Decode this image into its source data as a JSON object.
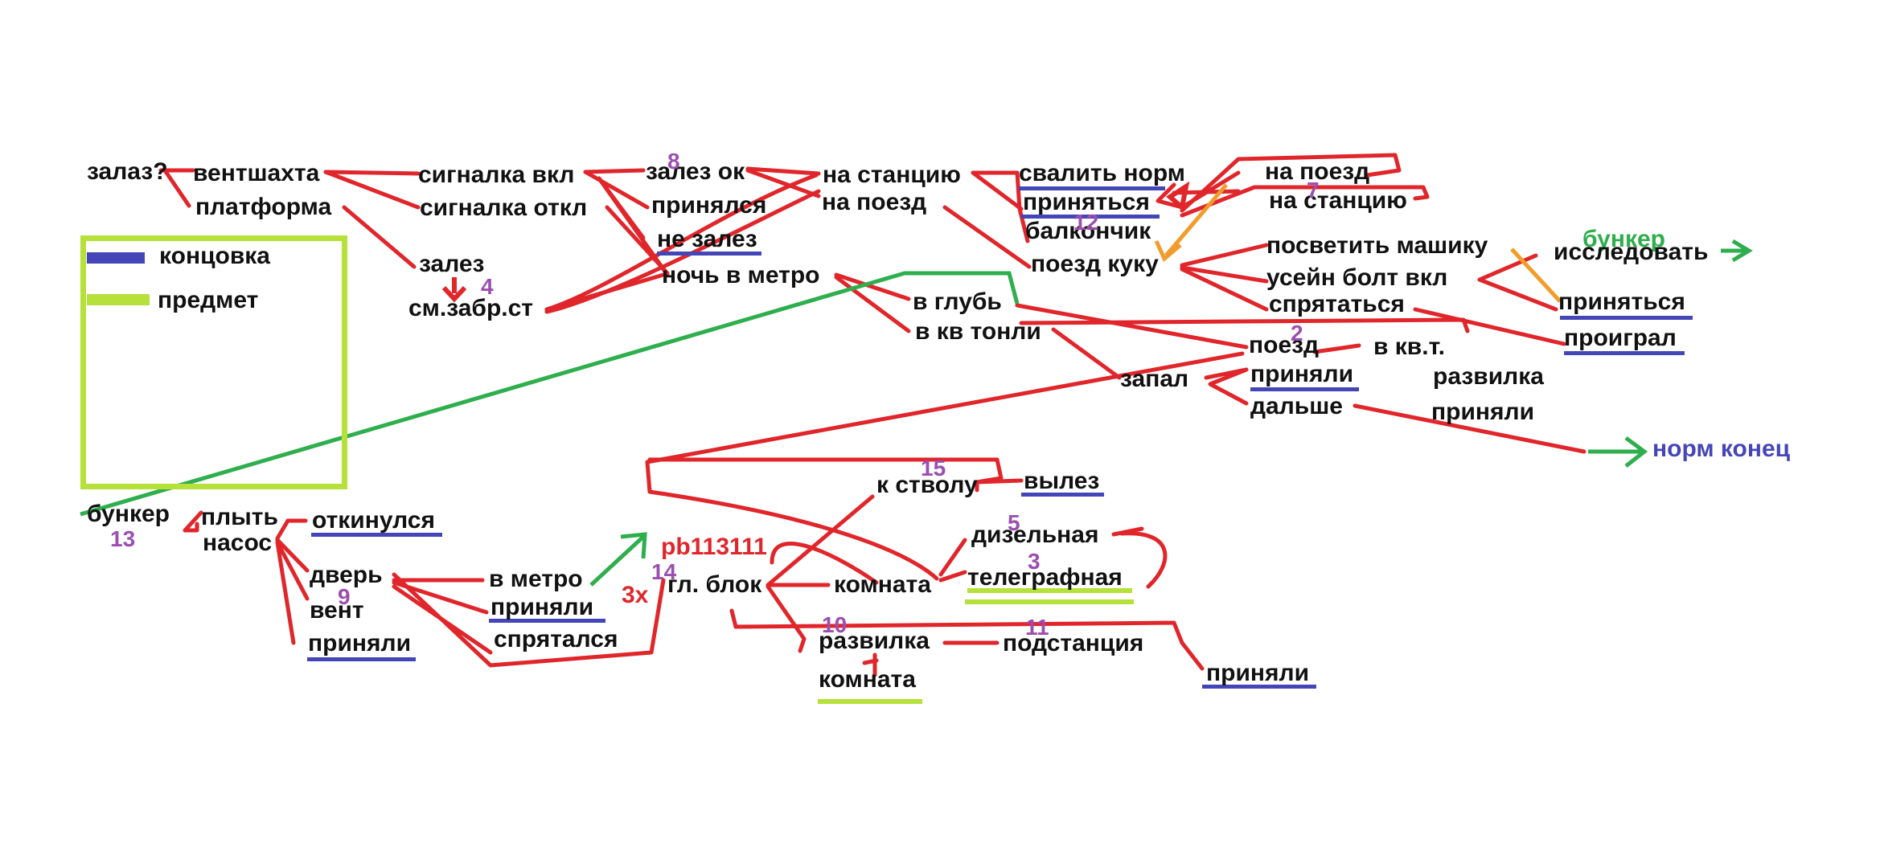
{
  "colors": {
    "edge": "#e0262b",
    "ending": "#4446b8",
    "item": "#b6e03a",
    "bunker_path": "#2fae4e",
    "alt_edge": "#f29c2b",
    "step_number": "#9b4fb0"
  },
  "legend": {
    "ending_label": "концовка",
    "item_label": "предмет"
  },
  "nodes": {
    "zalaz": "залаз?",
    "ventshakhta": "вентшахта",
    "platforma": "платформа",
    "signalka_vkl": "сигналка вкл",
    "signalka_otkl": "сигналка откл",
    "zalez": "залез",
    "sm_zabr": "см.забр.ст",
    "zalez_ok": "залез ок",
    "prinyalsya": "принялся",
    "ne_zalez": "не залез",
    "noch_v_metro": "ночь в метро",
    "na_stantsiyu_1": "на станцию",
    "na_poezd_1": "на поезд",
    "svalit_norm": "свалить норм",
    "prinyatsya_1": "приняться",
    "balkonchik": "балкончик",
    "poezd_kuku": "поезд куку",
    "na_poezd_2": "на поезд",
    "na_stantsiyu_2": "на станцию",
    "posvetit": "посветить машику",
    "usein": "усейн болт вкл",
    "spryatatsya": "спрятаться",
    "bunker_top": "бункер",
    "issledovat": "исследовать",
    "prinyatsya_2": "приняться",
    "proigral": "проиграл",
    "v_glub": "в глубь",
    "v_kv_tonli": "в кв тонли",
    "poezd": "поезд",
    "v_kv_t": "в кв.т.",
    "zapal": "запал",
    "prinyali_1": "приняли",
    "dalshe": "дальше",
    "razvilka_1": "развилка",
    "prinyali_2": "приняли",
    "norm_konets": "норм конец",
    "bunker_left": "бункер",
    "plyt": "плыть",
    "otkinulsya": "откинулся",
    "nasos": "насос",
    "dver": "дверь",
    "vent": "вент",
    "prinyali_3": "приняли",
    "v_metro": "в метро",
    "prinyali_4": "приняли",
    "spryatalsya": "спрятался",
    "code": "pb113111",
    "times3": "3х",
    "gl_blok": "гл. блок",
    "k_stvolu": "к стволу",
    "vylez": "вылез",
    "dizelnaya": "дизельная",
    "komnata_1": "комната",
    "telegrafnaya": "телеграфная",
    "razvilka_2": "развилка",
    "podstantsiya": "подстанция",
    "komnata_2": "комната",
    "prinyali_5": "приняли"
  },
  "step_numbers": {
    "n8": "8",
    "n4": "4",
    "n7": "7",
    "n12": "12",
    "n2": "2",
    "n13": "13",
    "n9": "9",
    "n14": "14",
    "n15": "15",
    "n5": "5",
    "n3": "3",
    "n10": "10",
    "n11": "11"
  }
}
